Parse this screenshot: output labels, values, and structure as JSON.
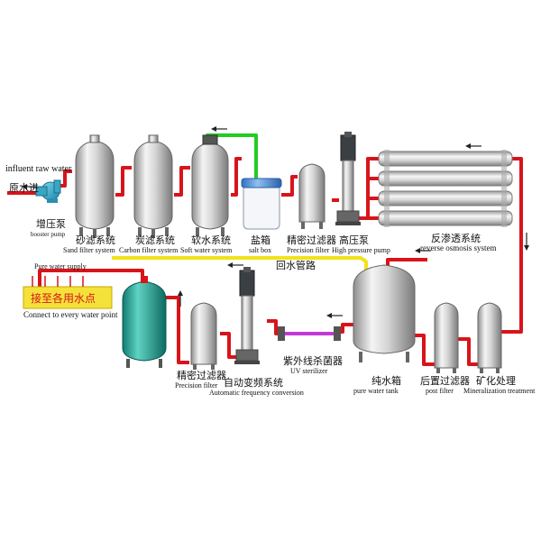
{
  "labels": {
    "influent_en": "influent raw water",
    "influent_cn": "原水进",
    "booster_cn": "增压泵",
    "booster_en": "booster pump",
    "sand_cn": "砂滤系统",
    "sand_en": "Sand filter system",
    "carbon_cn": "炭滤系统",
    "carbon_en": "Carbon filter system",
    "soft_cn": "软水系统",
    "soft_en": "Soft water system",
    "salt_cn": "盐箱",
    "salt_en": "salt box",
    "precision1_cn": "精密过滤器",
    "precision1_en": "Precision filter",
    "hpump_cn": "高压泵",
    "hpump_en": "High pressure pump",
    "ro_cn": "反渗透系统",
    "ro_en": "reverse osmosis system",
    "pure_supply_en": "Pure water supply",
    "return_cn": "回水管路",
    "connect_cn": "接至各用水点",
    "connect_en": "Connect to every water point",
    "precision2_cn": "精密过滤器",
    "precision2_en": "Precision filter",
    "autofreq_cn": "自动变频系统",
    "autofreq_en": "Automatic frequency conversion",
    "uv_cn": "紫外线杀菌器",
    "uv_en": "UV sterilizer",
    "puretank_cn": "纯水箱",
    "puretank_en": "pure water tank",
    "post_cn": "后置过滤器",
    "post_en": "post filter",
    "mineral_cn": "矿化处理",
    "mineral_en": "Mineralization treatment"
  },
  "colors": {
    "pipe_red": "#d8141b",
    "pipe_yellow": "#f2e21a",
    "pipe_green": "#22cc22",
    "pipe_purple": "#c23ad6",
    "booster_pump": "#2aa8c8",
    "supply_box": "#f4e23a",
    "teal_tank": "#25a99a",
    "salt_box": "#4a8fd8"
  }
}
